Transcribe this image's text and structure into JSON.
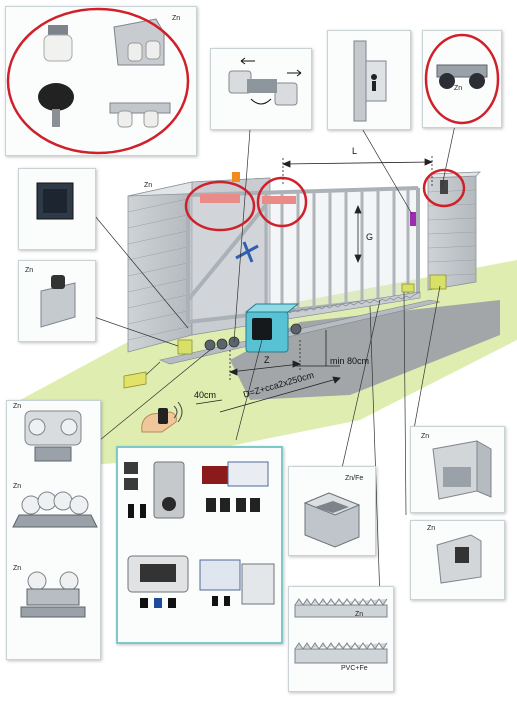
{
  "labels": {
    "zn": "Zn",
    "zn_fe": "Zn/Fe",
    "pvc_fe": "PVC+Fe",
    "dim_L": "L",
    "dim_G": "G",
    "dim_Z": "Z",
    "dim_min": "min 80cm",
    "dim_40": "40cm",
    "dim_formula": "D=Z+cca2x250cm"
  },
  "colors": {
    "highlight_circle": "#d0202a",
    "panel_border_teal": "#7fc8c8",
    "ground_green": "#d8eaa0",
    "road_grey": "#9a9c9e",
    "wall_grey": "#c3c7cb",
    "rail_steel": "#b9bfc5"
  }
}
